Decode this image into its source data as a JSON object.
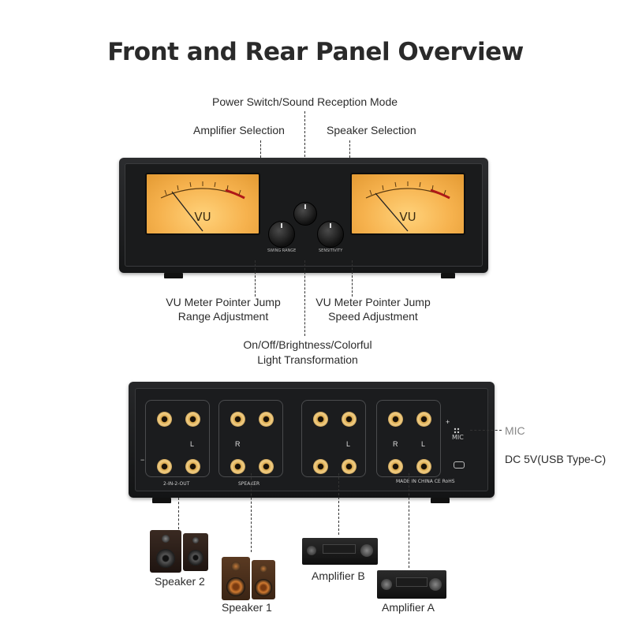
{
  "title": "Front and Rear Panel Overview",
  "front_labels": {
    "power": "Power Switch/Sound Reception Mode",
    "amp_select": "Amplifier Selection",
    "spk_select": "Speaker Selection",
    "vu_pointer": "VU Meter Pointer Jump",
    "vu_pointer_line2": "Range Adjustment",
    "vu_sensitivity": "VU Meter Pointer Jump",
    "vu_sensitivity_line2": "Speed Adjustment",
    "color_line1": "On/Off/Brightness/Colorful",
    "color_line2": "Light Transformation"
  },
  "front_panel": {
    "meter_left_text": "VU",
    "meter_right_text": "VU",
    "knob_left_caption": "SWING RANGE",
    "knob_right_caption": "SENSITIVITY"
  },
  "rear_labels": {
    "mic": "MIC",
    "dc": "DC 5V(USB Type-C)"
  },
  "rear_panel": {
    "group_labels": [
      "2-IN-2-OUT",
      "SPEAKER",
      "",
      ""
    ],
    "channel_r": "R",
    "channel_l": "L",
    "plus": "+",
    "minus": "−",
    "made_in": "MADE IN CHINA  CE RoHS"
  },
  "devices": {
    "speaker2": "Speaker 2",
    "speaker1": "Speaker 1",
    "amplifierB": "Amplifier B",
    "amplifierA": "Amplifier A"
  },
  "colors": {
    "meter_amber": "#f6b24e",
    "panel": "#1a1b1c",
    "terminal_gold": "#d9a64a"
  }
}
